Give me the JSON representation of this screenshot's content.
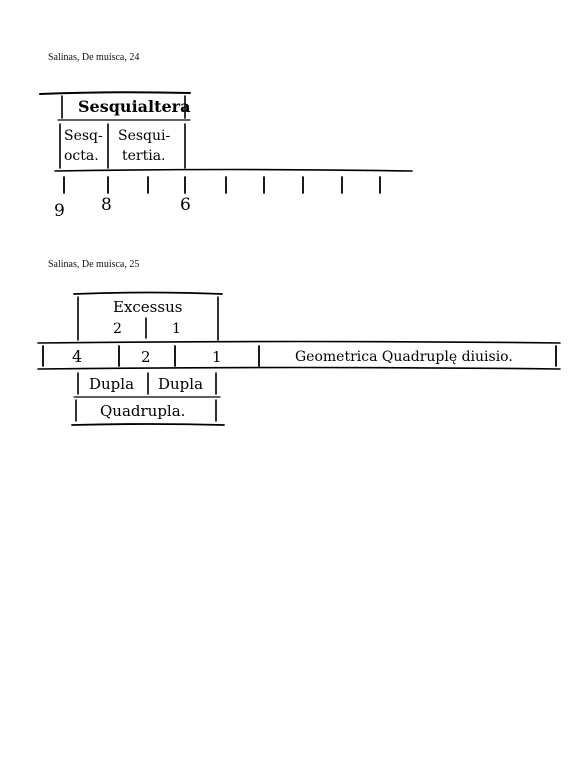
{
  "figures": [
    {
      "caption": "Salinas, De muisca, 24",
      "top_label": "Sesquialtera",
      "sub_labels": [
        {
          "line1": "Sesq-",
          "line2": "octa."
        },
        {
          "line1": "Sesqui-",
          "line2": "tertia."
        }
      ],
      "numbers": [
        "9",
        "8",
        "6"
      ]
    },
    {
      "caption": "Salinas, De muisca, 25",
      "excess_label": "Excessus",
      "excess_numbers": [
        "2",
        "1"
      ],
      "main_numbers": [
        "4",
        "2",
        "1"
      ],
      "main_label": "Geometrica Quadruplę diuisio.",
      "lower_labels": [
        "Dupla",
        "Dupla"
      ],
      "bottom_label": "Quadrupla."
    }
  ]
}
